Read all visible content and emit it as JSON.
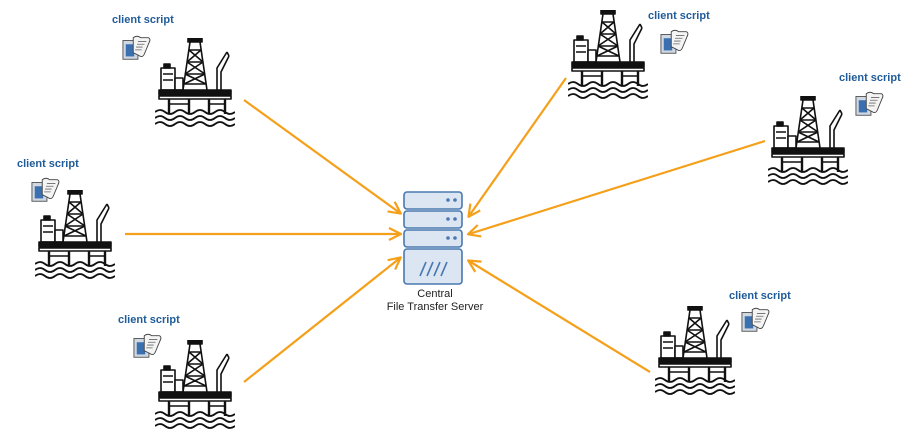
{
  "server": {
    "label_line1": "Central",
    "label_line2": "File Transfer Server"
  },
  "clients": [
    {
      "id": "top-left",
      "label": "client script"
    },
    {
      "id": "middle-left",
      "label": "client script"
    },
    {
      "id": "bottom-left",
      "label": "client script"
    },
    {
      "id": "top-right",
      "label": "client script"
    },
    {
      "id": "middle-right",
      "label": "client script"
    },
    {
      "id": "bottom-right",
      "label": "client script"
    }
  ],
  "colors": {
    "arrow": "#f5a01a",
    "label": "#1f5c99",
    "server_fill": "#dbe6f2",
    "server_stroke": "#4a78b0",
    "rig": "#111111",
    "script_icon": "#3a6fb0"
  },
  "icons": {
    "rig": "offshore-oil-rig-icon",
    "script": "script-scroll-icon",
    "server": "server-icon"
  }
}
